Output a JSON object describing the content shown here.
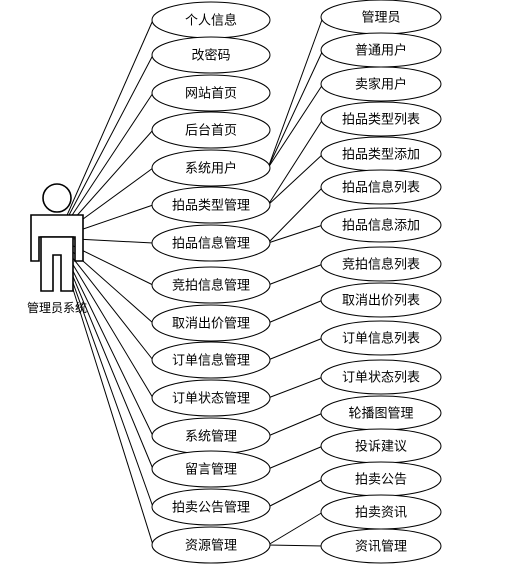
{
  "diagram": {
    "actor": {
      "label": "管理员系统",
      "icon": "stick-figure-icon"
    },
    "left_use_cases": [
      "个人信息",
      "改密码",
      "网站首页",
      "后台首页",
      "系统用户",
      "拍品类型管理",
      "拍品信息管理",
      "竞拍信息管理",
      "取消出价管理",
      "订单信息管理",
      "订单状态管理",
      "系统管理",
      "留言管理",
      "拍卖公告管理",
      "资源管理"
    ],
    "right_use_cases": [
      "管理员",
      "普通用户",
      "卖家用户",
      "拍品类型列表",
      "拍品类型添加",
      "拍品信息列表",
      "拍品信息添加",
      "竞拍信息列表",
      "取消出价列表",
      "订单信息列表",
      "订单状态列表",
      "轮播图管理",
      "投诉建议",
      "拍卖公告",
      "拍卖资讯",
      "资讯管理"
    ],
    "links": [
      {
        "from": "系统用户",
        "to": "管理员"
      },
      {
        "from": "系统用户",
        "to": "普通用户"
      },
      {
        "from": "系统用户",
        "to": "卖家用户"
      },
      {
        "from": "拍品类型管理",
        "to": "拍品类型列表"
      },
      {
        "from": "拍品类型管理",
        "to": "拍品类型添加"
      },
      {
        "from": "拍品信息管理",
        "to": "拍品信息列表"
      },
      {
        "from": "拍品信息管理",
        "to": "拍品信息添加"
      },
      {
        "from": "竞拍信息管理",
        "to": "竞拍信息列表"
      },
      {
        "from": "取消出价管理",
        "to": "取消出价列表"
      },
      {
        "from": "订单信息管理",
        "to": "订单信息列表"
      },
      {
        "from": "订单状态管理",
        "to": "订单状态列表"
      },
      {
        "from": "系统管理",
        "to": "轮播图管理"
      },
      {
        "from": "留言管理",
        "to": "投诉建议"
      },
      {
        "from": "拍卖公告管理",
        "to": "拍卖公告"
      },
      {
        "from": "资源管理",
        "to": "拍卖资讯"
      },
      {
        "from": "资源管理",
        "to": "资讯管理"
      }
    ]
  }
}
